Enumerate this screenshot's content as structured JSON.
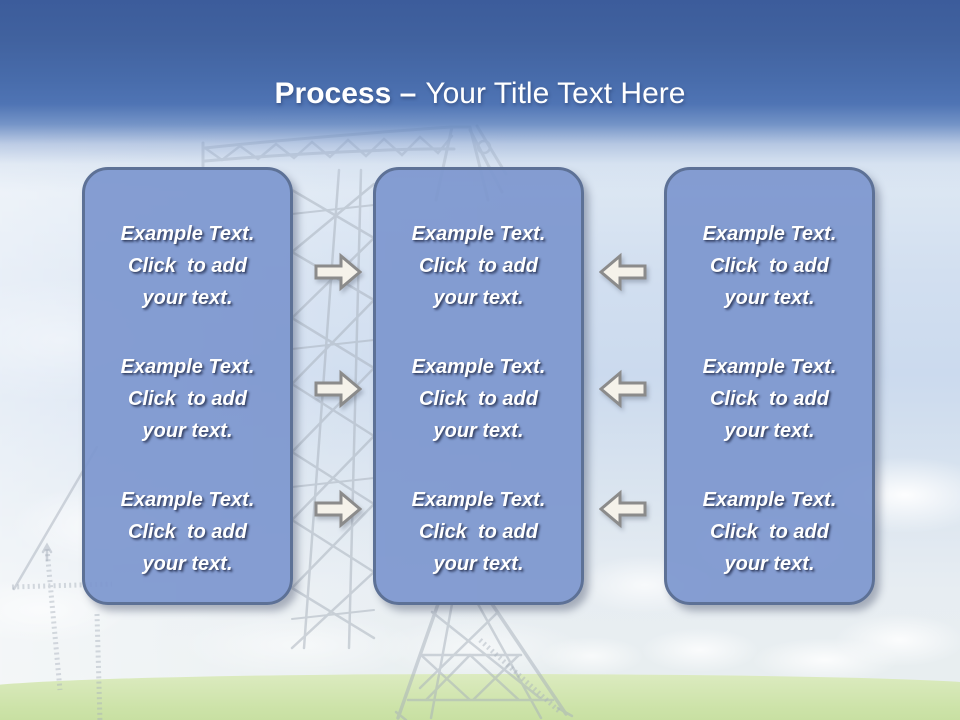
{
  "slide": {
    "title": {
      "emphasis": "Process –",
      "text": "Your Title Text Here"
    },
    "columns": [
      {
        "position": "left",
        "paragraphs": [
          "Example Text. Click  to add your text.",
          "Example Text. Click  to add your text.",
          "Example Text. Click  to add your text."
        ]
      },
      {
        "position": "middle",
        "paragraphs": [
          "Example Text. Click  to add your text.",
          "Example Text. Click  to add your text.",
          "Example Text. Click  to add your text."
        ]
      },
      {
        "position": "right",
        "paragraphs": [
          "Example Text. Click  to add your text.",
          "Example Text. Click  to add your text.",
          "Example Text. Click  to add your text."
        ]
      }
    ],
    "connectors": {
      "left_to_middle": {
        "direction": "right",
        "count": 3
      },
      "right_to_middle": {
        "direction": "left",
        "count": 3
      }
    },
    "background": "sky with clouds, grass field, gray electricity pylon line art",
    "colors": {
      "header_top": "#3c5c9b",
      "header_mid": "#4f74b4",
      "box_fill": "#7D97CF",
      "box_border": "#5d7196",
      "text": "#ffffff",
      "arrow_fill": "#f5f2ea",
      "arrow_stroke": "#8b8b8b",
      "tower": "#a7b0bb",
      "grass": "#cde3a9",
      "sky": "#d4e2f2"
    }
  }
}
